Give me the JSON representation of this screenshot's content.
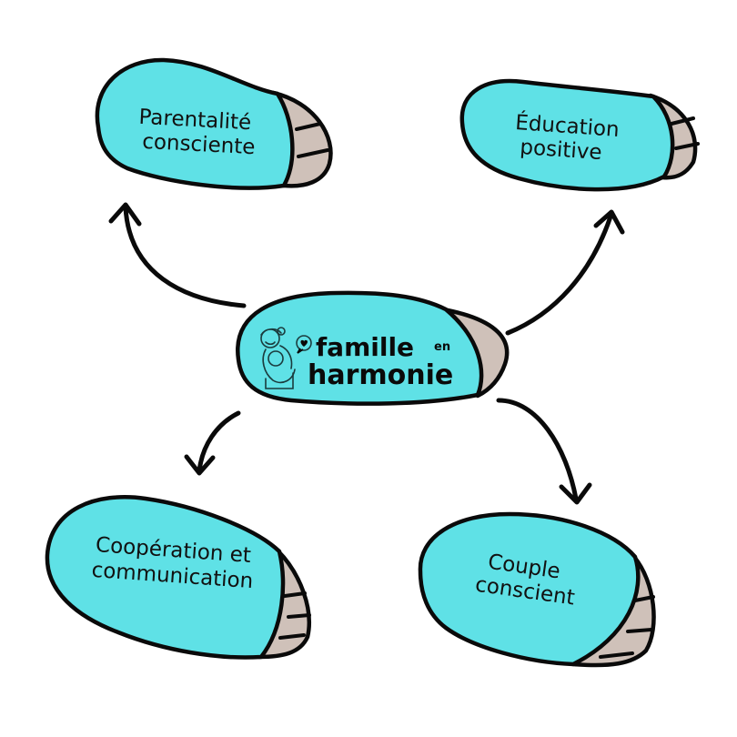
{
  "colors": {
    "blob_fill": "#5fe1e6",
    "blob_shadow": "#cfc1b9",
    "outline": "#0a0a0a",
    "background": "#ffffff"
  },
  "center": {
    "logo_word_1": "famille",
    "logo_word_small": "en",
    "logo_word_2": "harmonie",
    "icon": "mother-child-hug-icon",
    "bubble_icon": "heart-speech-bubble-icon"
  },
  "nodes": [
    {
      "id": "top-left",
      "lines": [
        "Parentalité",
        "consciente"
      ]
    },
    {
      "id": "top-right",
      "lines": [
        "Éducation",
        "positive"
      ]
    },
    {
      "id": "bottom-left",
      "lines": [
        "Coopération et",
        "communication"
      ]
    },
    {
      "id": "bottom-right",
      "lines": [
        "Couple",
        "conscient"
      ]
    }
  ],
  "edges": [
    {
      "from": "center",
      "to": "top-left"
    },
    {
      "from": "center",
      "to": "top-right"
    },
    {
      "from": "center",
      "to": "bottom-left"
    },
    {
      "from": "center",
      "to": "bottom-right"
    }
  ]
}
